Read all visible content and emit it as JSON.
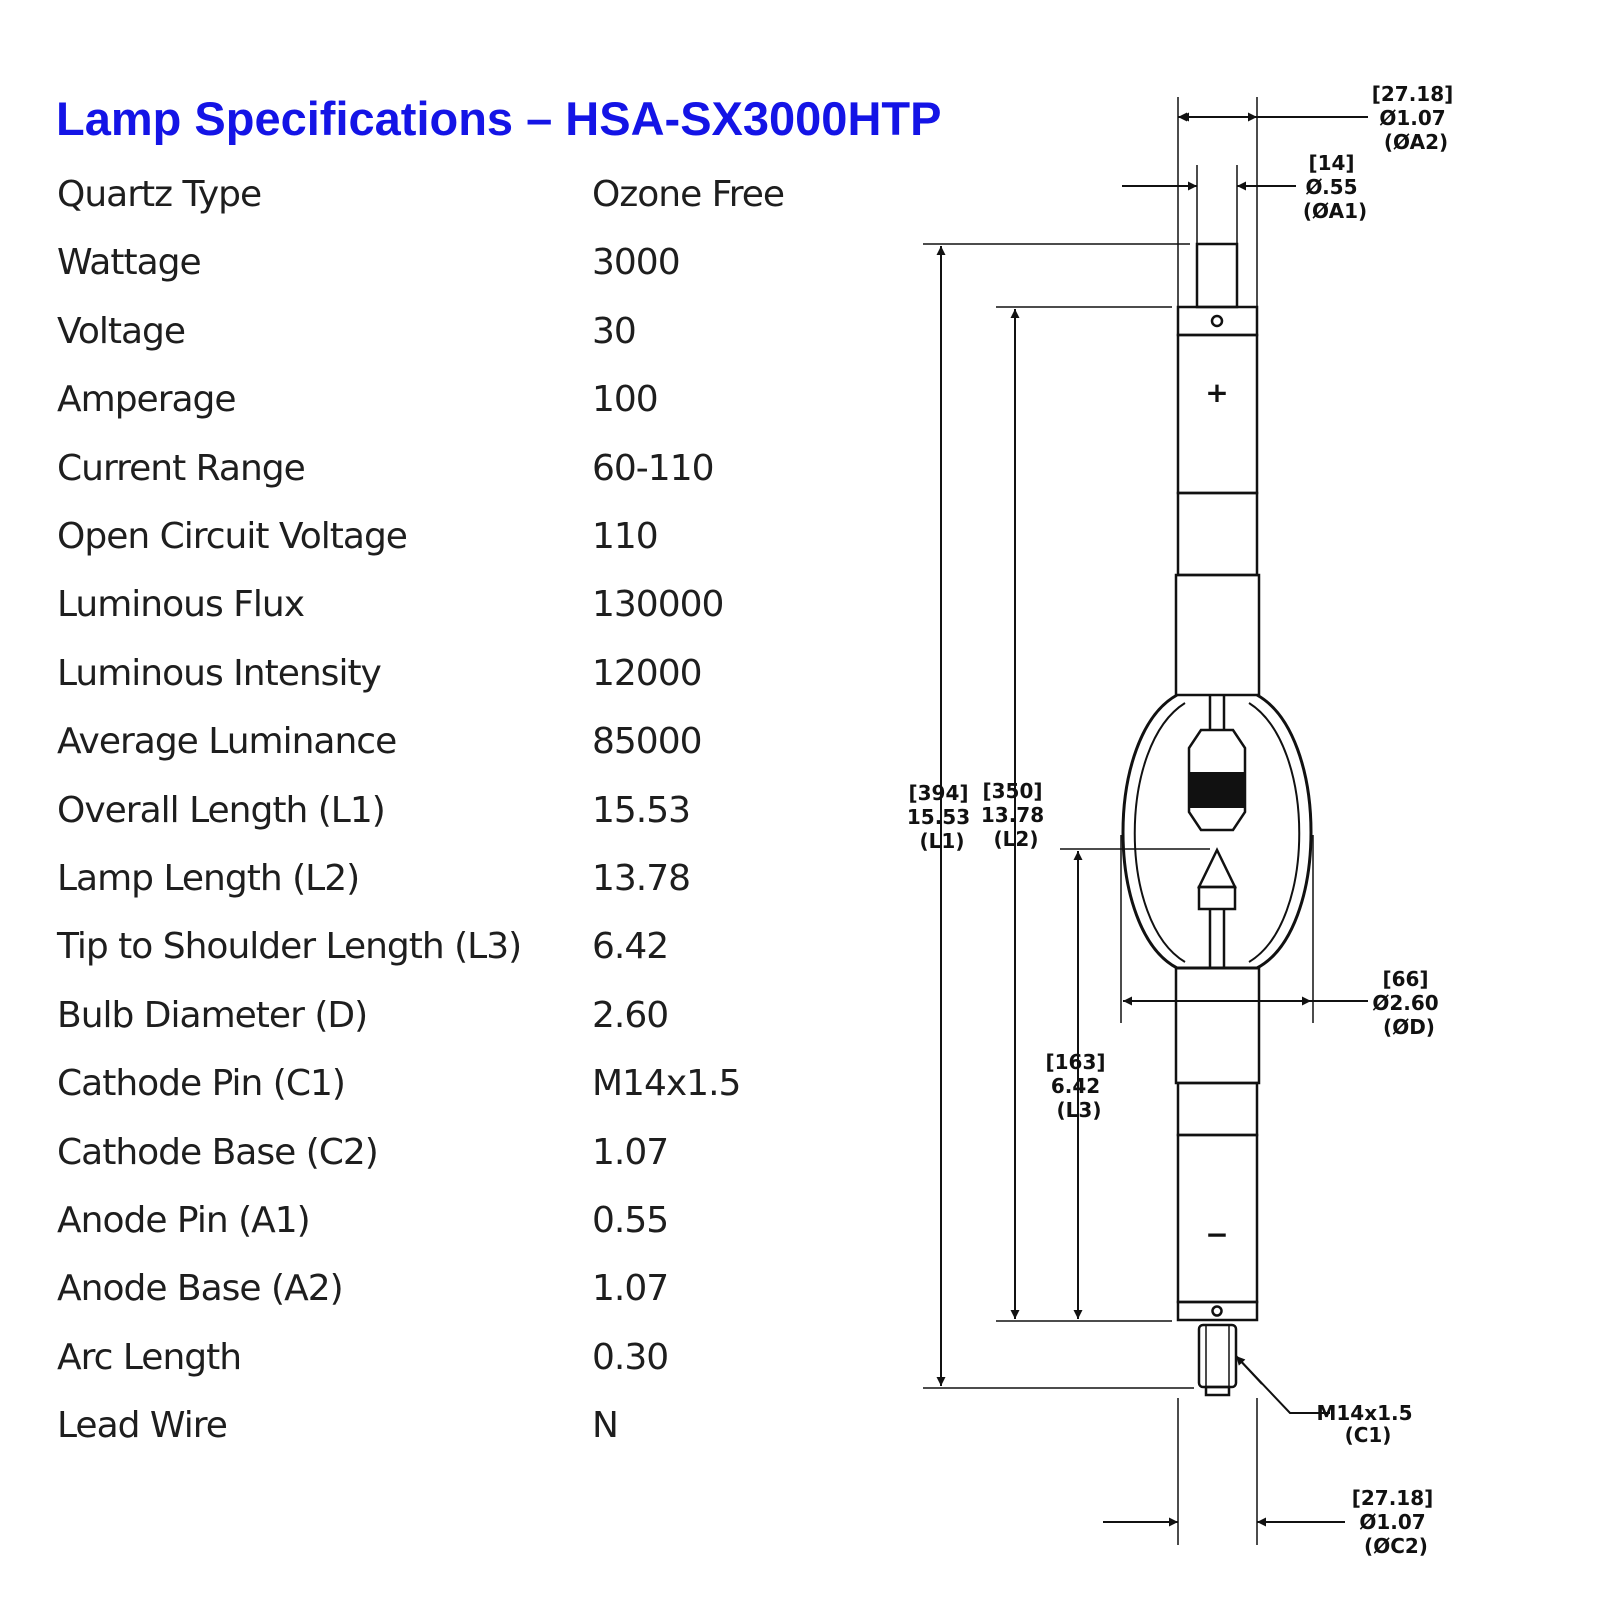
{
  "title": "Lamp Specifications – HSA-SX3000HTP",
  "specs": [
    {
      "label": "Quartz Type",
      "value": "Ozone Free"
    },
    {
      "label": "Wattage",
      "value": "3000"
    },
    {
      "label": "Voltage",
      "value": "30"
    },
    {
      "label": "Amperage",
      "value": "100"
    },
    {
      "label": "Current Range",
      "value": "60-110"
    },
    {
      "label": "Open Circuit Voltage",
      "value": "110"
    },
    {
      "label": "Luminous Flux",
      "value": "130000"
    },
    {
      "label": "Luminous Intensity",
      "value": "12000"
    },
    {
      "label": "Average Luminance",
      "value": "85000"
    },
    {
      "label": "Overall Length (L1)",
      "value": "15.53"
    },
    {
      "label": "Lamp Length (L2)",
      "value": "13.78"
    },
    {
      "label": "Tip to Shoulder Length (L3)",
      "value": "6.42"
    },
    {
      "label": "Bulb Diameter (D)",
      "value": "2.60"
    },
    {
      "label": "Cathode Pin (C1)",
      "value": "M14x1.5"
    },
    {
      "label": "Cathode Base (C2)",
      "value": "1.07"
    },
    {
      "label": "Anode Pin (A1)",
      "value": "0.55"
    },
    {
      "label": "Anode Base (A2)",
      "value": "1.07"
    },
    {
      "label": "Arc Length",
      "value": "0.30"
    },
    {
      "label": "Lead Wire",
      "value": "N"
    }
  ],
  "drawing": {
    "a2": [
      "[27.18]",
      "Ø1.07",
      "(ØA2)"
    ],
    "a1": [
      "[14]",
      "Ø.55",
      "(ØA1)"
    ],
    "l1": [
      "[394]",
      "15.53",
      "(L1)"
    ],
    "l2": [
      "[350]",
      "13.78",
      "(L2)"
    ],
    "l3": [
      "[163]",
      "6.42",
      "(L3)"
    ],
    "d": [
      "[66]",
      "Ø2.60",
      "(ØD)"
    ],
    "c1": [
      "M14x1.5",
      "(C1)"
    ],
    "c2": [
      "[27.18]",
      "Ø1.07",
      "(ØC2)"
    ],
    "anode_symbol": "+",
    "cathode_symbol": "−"
  }
}
